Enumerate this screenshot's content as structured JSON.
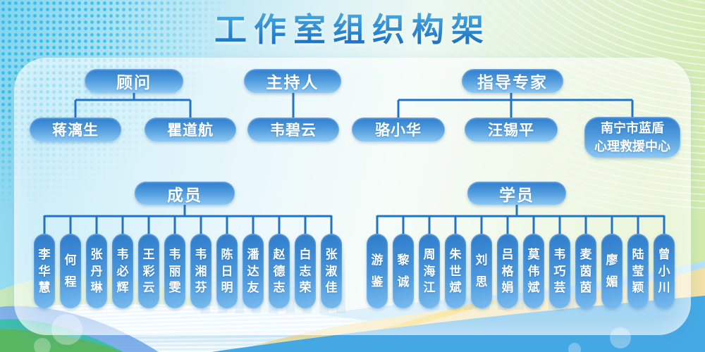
{
  "title": "工作室组织构架",
  "chart": {
    "top_groups": [
      {
        "label": "顾问",
        "children": [
          "蒋漓生",
          "瞿道航"
        ]
      },
      {
        "label": "主持人",
        "children": [
          "韦碧云"
        ]
      },
      {
        "label": "指导专家",
        "children": [
          "骆小华",
          "汪锡平",
          "南宁市蓝盾\n心理救援中心"
        ]
      }
    ],
    "sections": [
      {
        "label": "成员",
        "children": [
          "李华慧",
          "何程",
          "张丹琳",
          "韦必辉",
          "王彩云",
          "韦丽雯",
          "韦湘芬",
          "陈日明",
          "潘达友",
          "赵德志",
          "白志荣",
          "张淑佳"
        ]
      },
      {
        "label": "学员",
        "children": [
          "游鉴",
          "黎诚",
          "周海江",
          "朱世斌",
          "刘思",
          "吕格娟",
          "莫伟斌",
          "韦巧芸",
          "麦茵茵",
          "廖媚",
          "陆莹颖",
          "曾小川"
        ]
      }
    ]
  },
  "colors": {
    "node_gradient_top": "#2f7dce",
    "node_gradient_bottom": "#8cc8f2",
    "connector_blue": "#2273c5",
    "title_blue_top": "#4fb0e2",
    "title_blue_bottom": "#1a70c3",
    "background_cyan": "#82d4ee",
    "background_green": "#cfeaa5"
  }
}
